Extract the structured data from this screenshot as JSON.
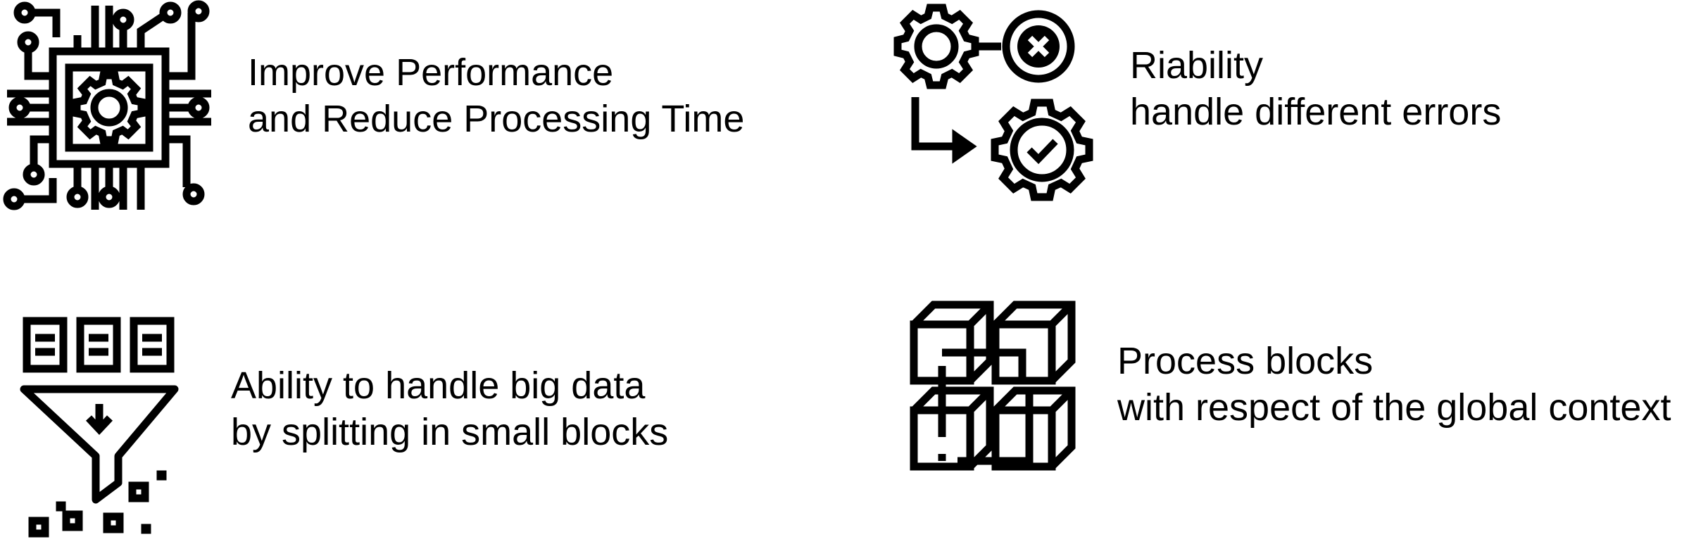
{
  "features": [
    {
      "id": "performance",
      "icon": "processor-chip-gear-icon",
      "lines": [
        "Improve Performance",
        "and Reduce Processing Time"
      ]
    },
    {
      "id": "reliability",
      "icon": "gears-error-to-check-icon",
      "lines": [
        "Riability",
        "handle different errors"
      ]
    },
    {
      "id": "big-data",
      "icon": "data-funnel-filter-icon",
      "lines": [
        "Ability to handle big data",
        "by splitting in small blocks"
      ]
    },
    {
      "id": "blocks",
      "icon": "connected-cubes-icon",
      "lines": [
        "Process blocks",
        "with respect of the global context"
      ]
    }
  ],
  "colors": {
    "foreground": "#000000",
    "background": "#ffffff"
  }
}
